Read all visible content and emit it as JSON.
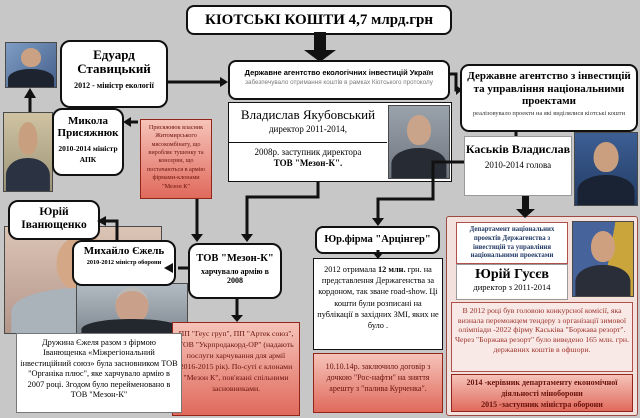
{
  "title": "КІОТСЬКІ КОШТИ 4,7 млрд.грн",
  "people": {
    "stavytskyi": {
      "name": "Едуард Ставицький",
      "role": "2012 - міністр екології"
    },
    "prysiazhniuk": {
      "name": "Микола Присяжнюк",
      "role": "2010-2014 міністр АПК"
    },
    "ivaniushchenko": {
      "name": "Юрій Іванющенко"
    },
    "yezhel": {
      "name": "Михайло Єжель",
      "role": "2010-2012 міністр оборони"
    },
    "yakubovskyi": {
      "name": "Владислав Якубовський",
      "role": "директор 2011-2014,",
      "note1": "2008р. заступник директора",
      "note2": "ТОВ \"Мезон-К\"."
    },
    "kaskiv": {
      "name": "Каськів Владислав",
      "role": "2010-2014 голова"
    },
    "husiev": {
      "name": "Юрій Гусєв",
      "role": "директор з 2011-2014"
    }
  },
  "agencies": {
    "eco": {
      "title": "Державне агентство екологічних інвестицій Україн",
      "subtitle": "забезпечувало отримання коштів в рамках Кіотського протоколу"
    },
    "natproj": {
      "title": "Державне агентство з інвестицій та управління національними проектами",
      "subtitle": "реалізовувало проекти на які виділялися кіотські кошти"
    },
    "department": {
      "title": "Департамент національних проектів Держагенства з інвестицій та управління національними проектами"
    }
  },
  "companies": {
    "mezon": {
      "title": "ТОВ \"Мезон-К\"",
      "subtitle": "харчувало армію в 2008"
    },
    "artsinger": {
      "title": "Юр.фірма \"Арцінгер\""
    }
  },
  "notes": {
    "prysiazhniuk_meat": "Присяжнюк власник Житомирського мясокомбінату, що виробляє тушенку та консерви, що постачаються в армію фірмами-клонами \"Мезон К\"",
    "family": "Дружина Єжеля разом з фірмою Іванющенка «Міжрегіональний інвестиційний союз» була засновником ТОВ \"Органіка плюс\", яке харчувало армію в 2007 році. Згодом було перейменовано в ТОВ \"Мезон-К\"",
    "clones": "ПП \"Геус груп\", ПП \"Артек союз\", ТОВ \"Укрпродакорд-ОР\" (надають послуги харчування для армії 2016-2015 рік). По-суті є клонами \"Мезон К\", пов'язані спільними засновниками.",
    "roadshow": {
      "pre": "2012 отримала ",
      "bold": "12 млн.",
      "post": " грн. на представлення Держагенства за кордоном, так зване road-show. Ці кошти були розписані на публікації в західних ЗМІ, яких не було ."
    },
    "rosneft": "10.10.14р. заключило договір з дочкою \"Рос-нафти\" на зняття арешту з \"палива Курченка\".",
    "tender": "В 2012 році був головою конкурсної комісії, яка визнала переможцем тендеру з організації зимової олімпіади -2022 фірму Каськіва \"Боржава резорт\". Через \"Боржава резорт\" було виведено 165 млн. грн. державних коштів в офшори.",
    "career1": "2014 -керівник департаменту економічної діяльності міноборони",
    "career2": "2015 -заступник міністра оборони"
  },
  "colors": {
    "background": "#c7c7c7",
    "note_red_dark": "#69130b",
    "note_red": "#9c3028",
    "navy": "#203864",
    "pink_top": "#f6c3b9",
    "pink_bottom": "#e06a5c"
  }
}
